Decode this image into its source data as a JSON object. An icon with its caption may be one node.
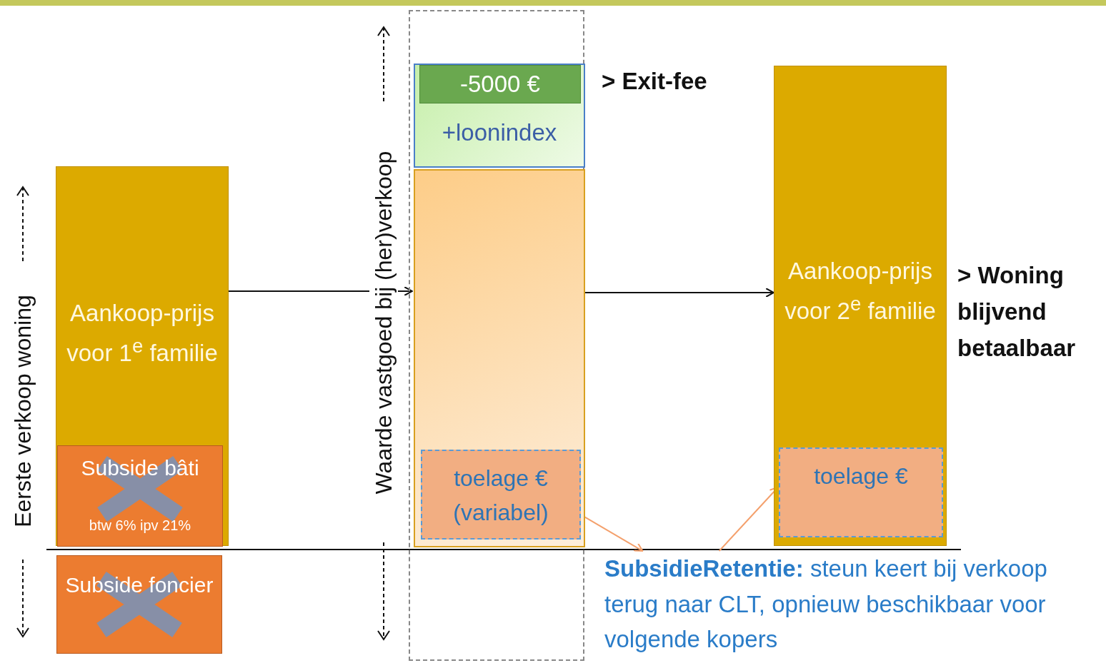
{
  "diagram": {
    "nodes": [
      {
        "text": [
          "Aankoop-prijs voor 1$^{e}$ familie"
        ]
      },
      {
        "text": [
          "Subside bâti",
          "btw 6% ipv 21%"
        ],
        "in": 0
      },
      {
        "text": [
          "Subside foncier"
        ]
      },
      {
        "text": [],
        "shape": "box"
      },
      {
        "text": [
          "-5000 €",
          "+loonindex"
        ],
        "in": 3,
        "beside": [
          "> Exit-fee"
        ]
      },
      {
        "text": [],
        "shape": "bar",
        "in": 3
      },
      {
        "text": [
          "toelage € (variabel)"
        ],
        "in": 5
      },
      {
        "text": [
          "Aankoop-prijs voor 2$^{e}$ familie"
        ],
        "beside": [
          "> Woning blijvend betaalbaar"
        ]
      },
      {
        "text": [
          "toelage €"
        ],
        "in": 7
      },
      {
        "text": [
          "**SubsidieRetentie:** steun keert bij verkoop terug naar CLT, opnieuw beschikbaar voor volgende kopers"
        ]
      }
    ],
    "edges": [
      {
        "from": 0,
        "to": 5,
        "arrow": "to"
      },
      {
        "from": 5,
        "to": 7,
        "arrow": "to"
      },
      {
        "from": 6,
        "to": 9,
        "arrow": "to",
        "color": "#f4a06c"
      },
      {
        "from": 9,
        "to": 8,
        "arrow": "to",
        "color": "#f4a06c"
      }
    ],
    "labels": [
      "Eerste verkoop woning",
      "Waarde vastgoed bij (her)verkoop"
    ]
  }
}
